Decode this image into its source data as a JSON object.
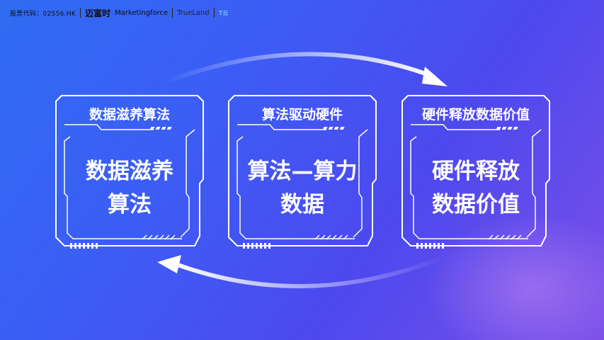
{
  "header": {
    "stock_code": "股票代码：02556.HK",
    "brand_cn": "迈富时",
    "brand_en": "Marketingforce",
    "brand_3": "TrueLand",
    "brand_4": "T云",
    "brand_3_icon": "trueland-logo",
    "brand_4_icon": "tyun-cloud-logo"
  },
  "cards": [
    {
      "title": "数据滋养算法",
      "body_line1": "数据滋养",
      "body_line2": "算法"
    },
    {
      "title": "算法驱动硬件",
      "body_line1": "算法—算力",
      "body_line2": "数据"
    },
    {
      "title": "硬件释放数据价值",
      "body_line1": "硬件释放",
      "body_line2": "数据价值"
    }
  ],
  "colors": {
    "bg_start": "#2f6cf2",
    "bg_end": "#7b4fe8",
    "frame": "#ffffff"
  }
}
